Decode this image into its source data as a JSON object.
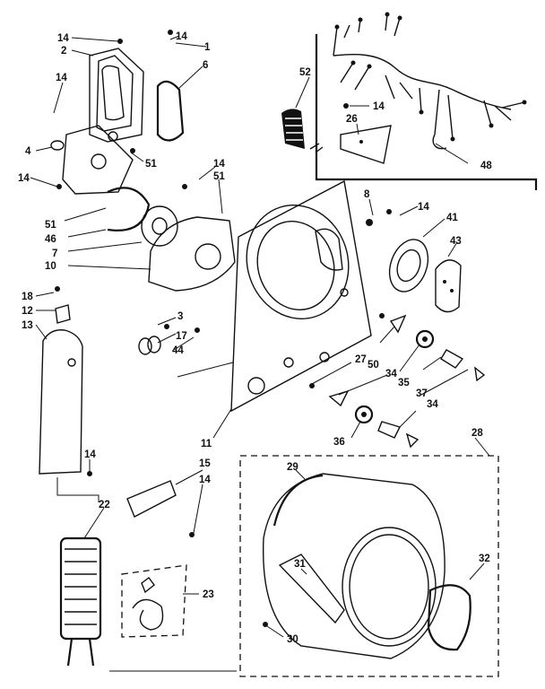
{
  "figure": {
    "callouts": [
      "1",
      "2",
      "3",
      "4",
      "6",
      "7",
      "8",
      "10",
      "11",
      "12",
      "13",
      "14",
      "15",
      "17",
      "18",
      "22",
      "23",
      "26",
      "27",
      "28",
      "29",
      "30",
      "31",
      "32",
      "34",
      "35",
      "36",
      "37",
      "41",
      "43",
      "44",
      "46",
      "48",
      "50",
      "51",
      "52"
    ]
  },
  "labels": {
    "l14a": "14",
    "l1": "1",
    "l14b": "14",
    "l2": "2",
    "l6": "6",
    "l14c": "14",
    "l52": "52",
    "l14d": "14",
    "l26": "26",
    "l4": "4",
    "l51a": "51",
    "l14e": "14",
    "l14f": "14",
    "l51b": "51",
    "l48": "48",
    "l8": "8",
    "l14g": "14",
    "l41": "41",
    "l43": "43",
    "l51c": "51",
    "l46": "46",
    "l7": "7",
    "l10": "10",
    "l18": "18",
    "l12": "12",
    "l13": "13",
    "l3": "3",
    "l17": "17",
    "l44": "44",
    "l27": "27",
    "l50": "50",
    "l34a": "34",
    "l35": "35",
    "l37": "37",
    "l34b": "34",
    "l11": "11",
    "l36": "36",
    "l28": "28",
    "l14h": "14",
    "l15": "15",
    "l14i": "14",
    "l22": "22",
    "l29": "29",
    "l32": "32",
    "l31": "31",
    "l23": "23",
    "l30": "30"
  },
  "colors": {
    "ink": "#111111",
    "paper": "#ffffff"
  }
}
